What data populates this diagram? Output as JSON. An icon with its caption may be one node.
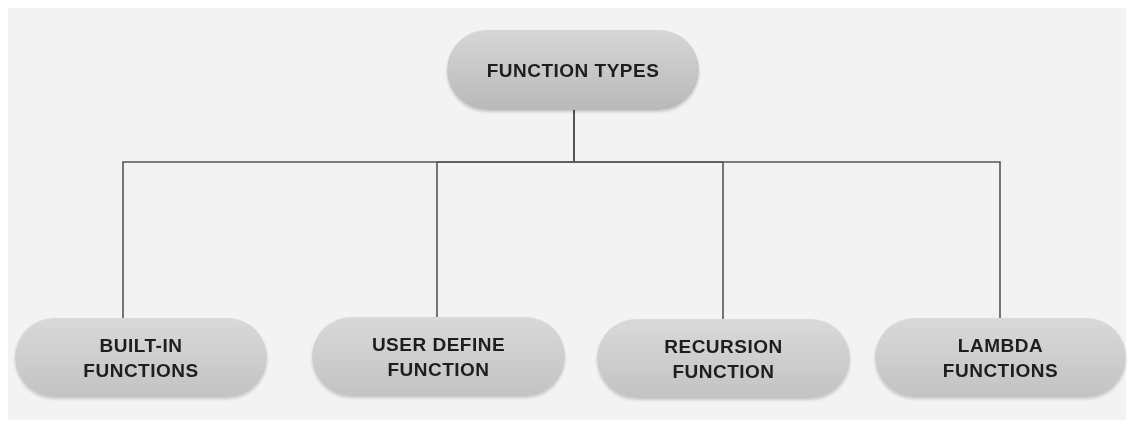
{
  "diagram": {
    "nodes": [
      {
        "text": [
          "FUNCTION TYPES"
        ]
      },
      {
        "text": [
          "BUILT-IN FUNCTIONS"
        ]
      },
      {
        "text": [
          "USER DEFINE FUNCTION"
        ]
      },
      {
        "text": [
          "RECURSION FUNCTION"
        ]
      },
      {
        "text": [
          "LAMBDA FUNCTIONS"
        ]
      }
    ],
    "edges": [
      {
        "from": 0,
        "to": 1,
        "arrow": "none"
      },
      {
        "from": 0,
        "to": 2,
        "arrow": "none"
      },
      {
        "from": 0,
        "to": 3,
        "arrow": "none"
      },
      {
        "from": 0,
        "to": 4,
        "arrow": "none"
      }
    ]
  }
}
